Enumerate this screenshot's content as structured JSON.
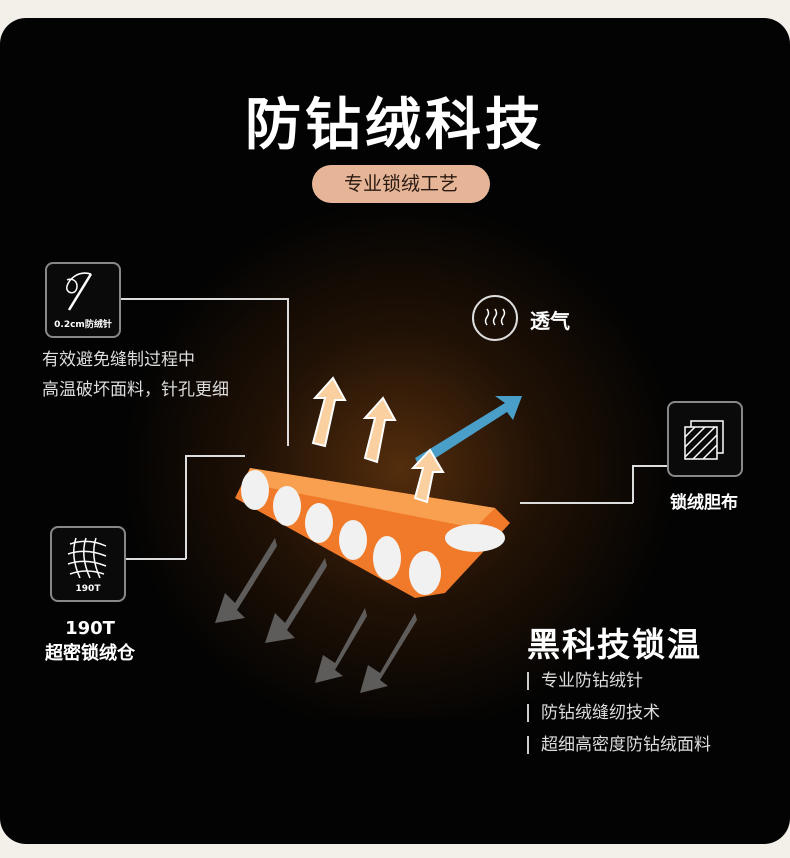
{
  "title": "防钻绒科技",
  "badge": "专业锁绒工艺",
  "needle": {
    "caption": "0.2cm防绒针",
    "desc": [
      "有效避免缝制过程中",
      "高温破坏面料，针孔更细"
    ]
  },
  "breathable": {
    "label": "透气"
  },
  "fabric": {
    "label": "锁绒胆布"
  },
  "chamber": {
    "caption": "190T",
    "label_1": "190T",
    "label_2": "超密锁绒仓"
  },
  "tech": {
    "heading": "黑科技锁温",
    "items": [
      "专业防钻绒针",
      "防钻绒缝纫技术",
      "超细高密度防钻绒面料"
    ]
  },
  "colors": {
    "badge": "#e6b598",
    "orange": "#f07a2a",
    "blue_arrow": "#4a9fc8"
  }
}
